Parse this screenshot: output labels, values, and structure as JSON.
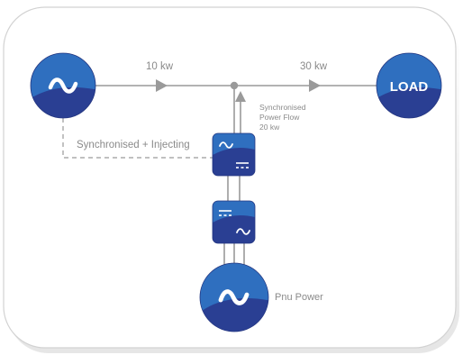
{
  "diagram": {
    "labels": {
      "flow_left": "10 kw",
      "flow_right": "30 kw",
      "load": "LOAD",
      "sync_injecting": "Synchronised + Injecting",
      "sync_flow_line1": "Synchronised",
      "sync_flow_line2": "Power Flow",
      "sync_flow_line3": "20 kw",
      "pnu_power": "Pnu Power"
    },
    "icons": {
      "grid_source": "sine-wave-icon",
      "load": "load-icon",
      "inverter_upper": "inverter-ac-dc-icon",
      "inverter_lower": "inverter-dc-ac-icon",
      "pnu_source": "sine-wave-icon"
    },
    "colors": {
      "node_dark": "#2a3f93",
      "node_light": "#2f6fbf",
      "line": "#9a9a9a",
      "text": "#8a8a8a",
      "card_border": "#d4d4d4"
    }
  }
}
